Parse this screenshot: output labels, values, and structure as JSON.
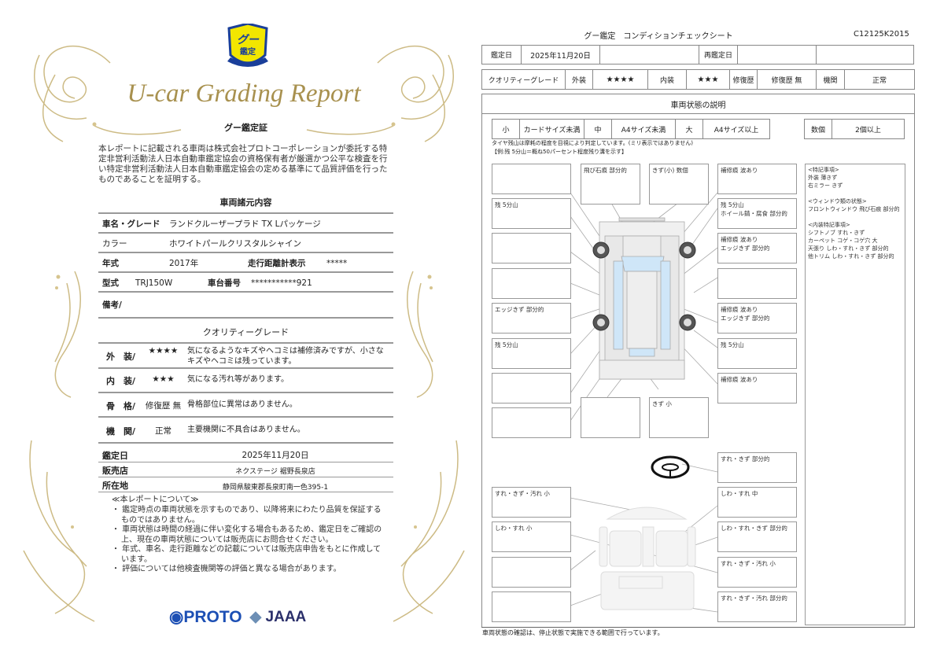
{
  "left": {
    "logo_text": "グー鑑定",
    "report_title": "U-car Grading Report",
    "cert_title": "グー鑑定証",
    "cert_text": "本レポートに記載される車両は株式会社プロトコーポレーションが委託する特定非営利活動法人日本自動車鑑定協会の資格保有者が厳選かつ公平な検査を行い特定非営利活動法人日本自動車鑑定協会の定める基準にて品質評価を行ったものであることを証明する。",
    "specs_title": "車両諸元内容",
    "specs": {
      "name_label": "車名・グレード",
      "name": "ランドクルーザープラド TX Lパッケージ",
      "color_label": "カラー",
      "color": "ホワイトパールクリスタルシャイン",
      "year_label": "年式",
      "year": "2017年",
      "odo_label": "走行距離計表示",
      "odo": "*****",
      "model_label": "型式",
      "model": "TRJ150W",
      "chassis_label": "車台番号",
      "chassis": "***********921",
      "remarks_label": "備考/"
    },
    "grade_title": "クオリティーグレード",
    "grades": [
      {
        "label": "外　装/",
        "value": "★★★★",
        "desc": "気になるようなキズやヘコミは補修済みですが、小さなキズやヘコミは残っています。"
      },
      {
        "label": "内　装/",
        "value": "★★★",
        "desc": "気になる汚れ等があります。"
      },
      {
        "label": "骨　格/",
        "value": "修復歴 無",
        "desc": "骨格部位に異常はありません。"
      },
      {
        "label": "機　関/",
        "value": "正常",
        "desc": "主要機関に不具合はありません。"
      }
    ],
    "date_label": "鑑定日",
    "date": "2025年11月20日",
    "shop_label": "販売店",
    "shop": "ネクステージ 裾野長泉店",
    "addr_label": "所在地",
    "addr": "静岡県駿東郡長泉町南一色395-1",
    "notes_title": "≪本レポートについて≫",
    "notes": [
      "・ 鑑定時点の車両状態を示すものであり、以降将来にわたり品質を保証するものではありません。",
      "・ 車両状態は時間の経過に伴い変化する場合もあるため、鑑定日をご確認の上、現在の車両状態については販売店にお問合せください。",
      "・ 年式、車名、走行距離などの記載については販売店申告をもとに作成しています。",
      "・ 評価については他検査機関等の評価と異なる場合があります。"
    ],
    "logos": [
      "PROTO",
      "JAAA"
    ]
  },
  "right": {
    "title": "グー鑑定　コンディションチェックシート",
    "code": "C12125K2015",
    "row1": {
      "date_label": "鑑定日",
      "date": "2025年11月20日",
      "redate_label": "再鑑定日"
    },
    "row2": {
      "grade_label": "クオリティーグレード",
      "ext_label": "外装",
      "ext": "★★★★",
      "int_label": "内装",
      "int": "★★★",
      "repair_label": "修復歴",
      "repair": "修復歴 無",
      "engine_label": "機関",
      "engine": "正常"
    },
    "section_title": "車両状態の説明",
    "legend": [
      "小",
      "カードサイズ未満",
      "中",
      "A4サイズ未満",
      "大",
      "A4サイズ以上"
    ],
    "legend2": [
      "数個",
      "2個以上"
    ],
    "tire_note1": "タイヤ残山は摩耗の程度を目視により判定しています。(ミリ表示ではありません)",
    "tire_note2": "【例:残 5分山＝概ね50パーセント程度残り溝を示す】",
    "exterior_left": [
      "",
      "残 5分山",
      "",
      "",
      "エッジきず 部分的",
      "残 5分山",
      "",
      ""
    ],
    "exterior_top": [
      "飛び石痕 部分的",
      "きず(小) 数個"
    ],
    "exterior_right": [
      "補修痕 波あり",
      "残 5分山\nホイール錆・腐食 部分的",
      "補修痕 波あり\nエッジきず 部分的",
      "",
      "補修痕 波あり\nエッジきず 部分的",
      "残 5分山",
      "補修痕 波あり"
    ],
    "exterior_bottom": [
      "",
      "きず 小"
    ],
    "interior_right": [
      "すれ・きず 部分的",
      "しわ・すれ 中",
      "しわ・すれ・きず 部分的",
      "すれ・きず・汚れ 小",
      "すれ・きず・汚れ 部分的"
    ],
    "interior_left": [
      "すれ・きず・汚れ 小",
      "しわ・すれ 小",
      "",
      ""
    ],
    "special_notes": "<特記事項>\n外装 薄きず\n右ミラー きず\n\n<ウィンドウ類の状態>\nフロントウィンドウ 飛び石痕 部分的\n\n<内装特記事項>\nシフトノブ すれ・きず\nカーペット コゲ・コゲ穴 大\n天張り しわ・すれ・きず 部分的\n他トリム しわ・すれ・きず 部分的",
    "footer": "車両状態の確認は、停止状態で実施できる範囲で行っています。"
  },
  "colors": {
    "gold": "#b09a5a",
    "badge_yellow": "#f2e600",
    "badge_blue": "#1a3f9a",
    "proto_blue": "#1c4fb4",
    "jaaa_navy": "#2a2f6a",
    "glass": "#cfe6f8"
  }
}
